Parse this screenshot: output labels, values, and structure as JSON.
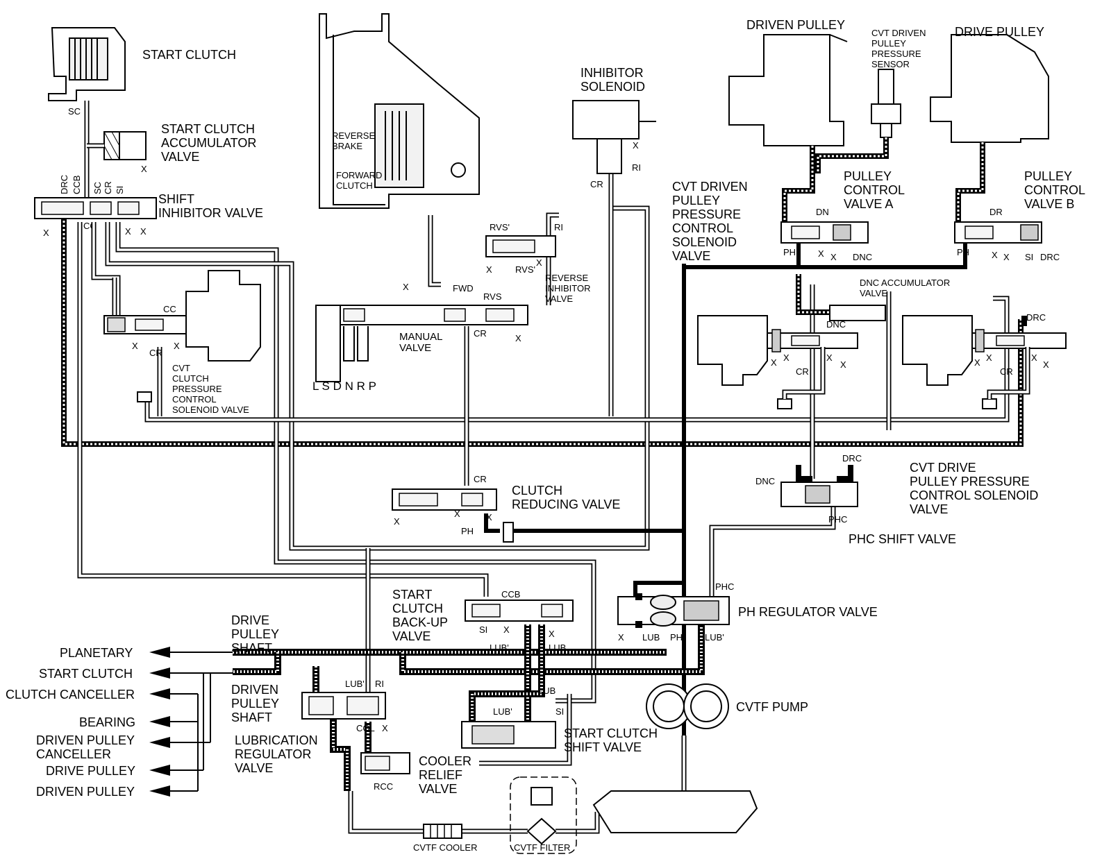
{
  "labels": {
    "start_clutch": "START CLUTCH",
    "sc": "SC",
    "start_clutch_accumulator_valve": [
      "START CLUTCH",
      "ACCUMULATOR",
      "VALVE"
    ],
    "shift_inhibitor_valve": [
      "SHIFT",
      "INHIBITOR VALVE"
    ],
    "shift_inhibitor_ports_top": [
      "DRC",
      "CCB",
      "SC",
      "CR",
      "SI"
    ],
    "cc": "CC",
    "cr": "CR",
    "x": "X",
    "cvt_clutch_pressure_control_solenoid_valve": [
      "CVT",
      "CLUTCH",
      "PRESSURE",
      "CONTROL",
      "SOLENOID VALVE"
    ],
    "reverse_brake": [
      "REVERSE",
      "BRAKE"
    ],
    "forward_clutch": [
      "FORWARD",
      "CLUTCH"
    ],
    "manual_valve": [
      "MANUAL",
      "VALVE"
    ],
    "selector_positions": "L S D N R  P",
    "fwd": "FWD",
    "rvs": "RVS",
    "rvs_prime": "RVS'",
    "ri": "RI",
    "reverse_inhibitor_valve": [
      "REVERSE",
      "INHIBITOR",
      "VALVE"
    ],
    "inhibitor_solenoid": [
      "INHIBITOR",
      "SOLENOID"
    ],
    "driven_pulley": "DRIVEN PULLEY",
    "drive_pulley": "DRIVE PULLEY",
    "cvt_driven_pulley_pressure_sensor": [
      "CVT DRIVEN",
      "PULLEY",
      "PRESSURE",
      "SENSOR"
    ],
    "pulley_control_valve_a": [
      "PULLEY",
      "CONTROL",
      "VALVE A"
    ],
    "pulley_control_valve_b": [
      "PULLEY",
      "CONTROL",
      "VALVE B"
    ],
    "cvt_driven_pulley_pressure_control_solenoid_valve": [
      "CVT DRIVEN",
      "PULLEY",
      "PRESSURE",
      "CONTROL",
      "SOLENOID",
      "VALVE"
    ],
    "dn": "DN",
    "dr": "DR",
    "ph": "PH",
    "dnc": "DNC",
    "drc": "DRC",
    "si": "SI",
    "dnc_accumulator_valve": [
      "DNC ACCUMULATOR",
      "VALVE"
    ],
    "cvt_drive_pulley_pressure_control_solenoid_valve": [
      "CVT DRIVE",
      "PULLEY PRESSURE",
      "CONTROL SOLENOID",
      "VALVE"
    ],
    "phc": "PHC",
    "phc_shift_valve": "PHC SHIFT VALVE",
    "clutch_reducing_valve": [
      "CLUTCH",
      "REDUCING VALVE"
    ],
    "start_clutch_backup_valve": [
      "START",
      "CLUTCH",
      "BACK-UP",
      "VALVE"
    ],
    "ccb": "CCB",
    "lub": "LUB",
    "lub_prime": "LUB'",
    "ph_regulator_valve": "PH REGULATOR VALVE",
    "drive_pulley_shaft": [
      "DRIVE",
      "PULLEY",
      "SHAFT"
    ],
    "driven_pulley_shaft": [
      "DRIVEN",
      "PULLEY",
      "SHAFT"
    ],
    "lubrication_regulator_valve": [
      "LUBRICATION",
      "REGULATOR",
      "VALVE"
    ],
    "col": "COL",
    "rcc": "RCC",
    "cooler_relief_valve": [
      "COOLER",
      "RELIEF",
      "VALVE"
    ],
    "start_clutch_shift_valve": [
      "START CLUTCH",
      "SHIFT VALVE"
    ],
    "cvtf_pump": "CVTF PUMP",
    "cvtf_cooler": "CVTF COOLER",
    "cvtf_filter": "CVTF FILTER"
  },
  "outputs": [
    "PLANETARY",
    "START CLUTCH",
    "CLUTCH CANCELLER",
    "BEARING",
    "DRIVEN PULLEY",
    "CANCELLER",
    "DRIVE PULLEY",
    "DRIVEN PULLEY"
  ]
}
